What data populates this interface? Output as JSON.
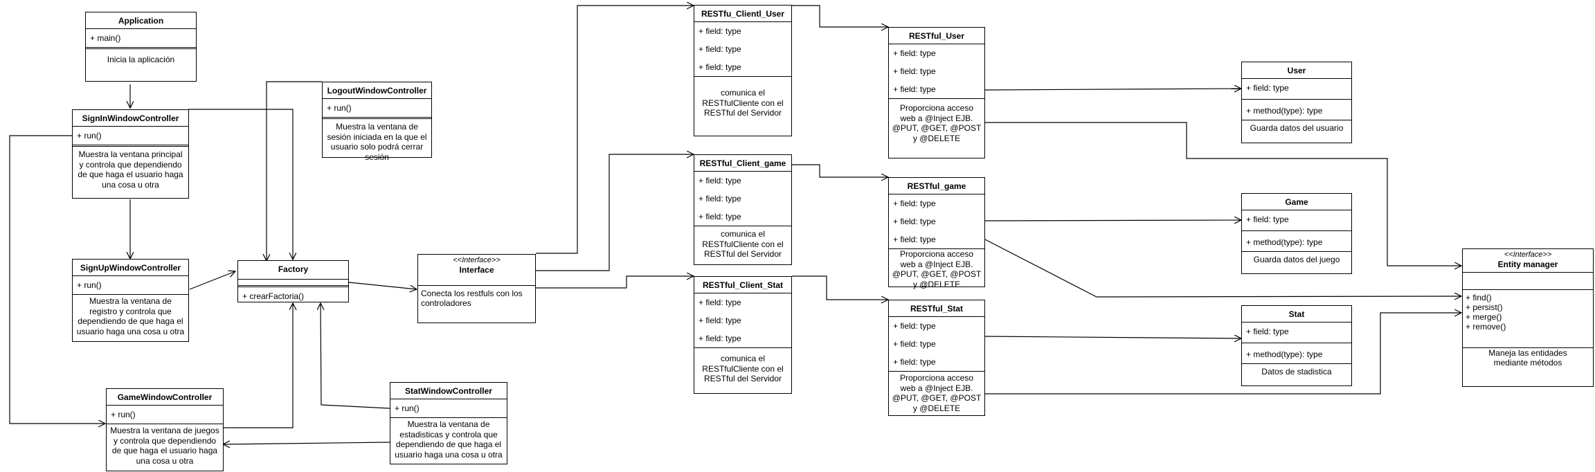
{
  "classes": {
    "application": {
      "name": "Application",
      "ops": [
        "+ main()"
      ],
      "note": "Inicia la aplicación"
    },
    "signin": {
      "name": "SignInWindowController",
      "ops": [
        "+ run()"
      ],
      "note": "Muestra la ventana principal y controla que dependiendo de que haga el usuario haga una cosa u otra"
    },
    "signup": {
      "name": "SignUpWindowController",
      "ops": [
        "+ run()"
      ],
      "note": "Muestra la ventana de registro y controla que dependiendo de que haga el usuario haga una cosa u otra"
    },
    "game_window": {
      "name": "GameWindowController",
      "ops": [
        "+ run()"
      ],
      "note": "Muestra la ventana de juegos y controla que dependiendo de que haga el usuario haga una cosa u otra"
    },
    "logout": {
      "name": "LogoutWindowController",
      "ops": [
        "+ run()"
      ],
      "note": "Muestra la ventana de sesión iniciada en la que el usuario solo podrá cerrar sesión"
    },
    "stat_window": {
      "name": "StatWindowController",
      "ops": [
        "+ run()"
      ],
      "note": "Muestra la ventana de estadisticas y controla que dependiendo de que haga el usuario haga una cosa u otra"
    },
    "factory": {
      "name": "Factory",
      "ops": [
        "+ crearFactoria()"
      ]
    },
    "interface": {
      "stereotype": "<<Interface>>",
      "name": "Interface",
      "note": "Conecta los restfuls con los controladores"
    },
    "client_user": {
      "name": "RESTfu_Clientl_User",
      "fields": [
        "+ field: type",
        "+ field: type",
        "+ field: type"
      ],
      "note": "comunica el RESTfulCliente con el RESTful del Servidor"
    },
    "client_game": {
      "name": "RESTful_Client_game",
      "fields": [
        "+ field: type",
        "+ field: type",
        "+ field: type"
      ],
      "note": "comunica el RESTfulCliente con el RESTful del Servidor"
    },
    "client_stat": {
      "name": "RESTful_Client_Stat",
      "fields": [
        "+ field: type",
        "+ field: type",
        "+ field: type"
      ],
      "note": "comunica el RESTfulCliente con el RESTful del Servidor"
    },
    "restful_user": {
      "name": "RESTful_User",
      "fields": [
        "+ field: type",
        "+ field: type",
        "+ field: type"
      ],
      "note": "Proporciona acceso web a @Inject EJB. @PUT, @GET, @POST y @DELETE"
    },
    "restful_game": {
      "name": "RESTful_game",
      "fields": [
        "+ field: type",
        "+ field: type",
        "+ field: type"
      ],
      "note": "Proporciona acceso web a @Inject EJB. @PUT, @GET, @POST y @DELETE"
    },
    "restful_stat": {
      "name": "RESTful_Stat",
      "fields": [
        "+ field: type",
        "+ field: type",
        "+ field: type"
      ],
      "note": "Proporciona acceso web a @Inject EJB. @PUT, @GET, @POST y @DELETE"
    },
    "user": {
      "name": "User",
      "fields": [
        "+ field: type"
      ],
      "ops": [
        "+ method(type): type"
      ],
      "note": "Guarda datos del usuario"
    },
    "game": {
      "name": "Game",
      "fields": [
        "+ field: type"
      ],
      "ops": [
        "+ method(type): type"
      ],
      "note": "Guarda datos del juego"
    },
    "stat": {
      "name": "Stat",
      "fields": [
        "+ field: type"
      ],
      "ops": [
        "+ method(type): type"
      ],
      "note": "Datos de stadistica"
    },
    "entity_manager": {
      "stereotype": "<<Interface>>",
      "name": "Entity manager",
      "ops": [
        "+ find()",
        "+ persist()",
        "+ merge()",
        "+ remove()"
      ],
      "note": "Maneja las entidades mediante métodos"
    }
  }
}
